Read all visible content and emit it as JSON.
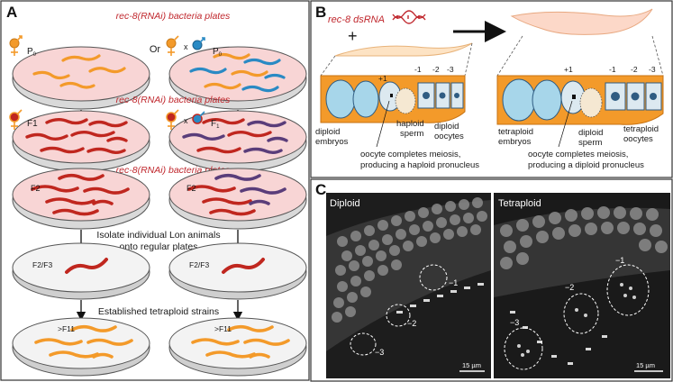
{
  "panelA": {
    "letter": "A",
    "rnai_plates_label": "rec-8(RNAi) bacteria plates",
    "or_text": "Or",
    "x_mark": "x",
    "gen_P0": "P",
    "gen_P0_sub": "0",
    "gen_F1": "F1",
    "gen_F1_right": "F",
    "gen_F1_right_sub": "1",
    "gen_F2": "F2",
    "gen_F2F3": "F2/F3",
    "gen_F11": ">F11",
    "isolate_text_line1": "Isolate individual Lon animals",
    "isolate_text_line2": "onto regular plates",
    "established_text": "Established tetraploid strains"
  },
  "panelB": {
    "letter": "B",
    "dsrna_label": "rec-8 dsRNA",
    "plus": "+",
    "left": {
      "plus1": "+1",
      "m1": "-1",
      "m2": "-2",
      "m3": "-3",
      "embryos_line1": "diploid",
      "embryos_line2": "embryos",
      "sperm_line1": "haploid",
      "sperm_line2": "sperm",
      "oocytes_line1": "diploid",
      "oocytes_line2": "oocytes",
      "caption_line1": "oocyte completes meiosis,",
      "caption_line2": "producing a haploid pronucleus"
    },
    "right": {
      "plus1": "+1",
      "m1": "-1",
      "m2": "-2",
      "m3": "-3",
      "embryos_line1": "tetraploid",
      "embryos_line2": "embryos",
      "sperm_line1": "diploid",
      "sperm_line2": "sperm",
      "oocytes_line1": "tetraploid",
      "oocytes_line2": "oocytes",
      "caption_line1": "oocyte completes meiosis,",
      "caption_line2": "producing a diploid pronucleus"
    }
  },
  "panelC": {
    "letter": "C",
    "diploid_title": "Diploid",
    "tetraploid_title": "Tetraploid",
    "d_m1": "−1",
    "d_m2": "−2",
    "d_m3": "−3",
    "t_m1": "−1",
    "t_m2": "−2",
    "t_m3": "−3",
    "scale_left": "15 µm",
    "scale_right": "15 µm"
  },
  "colors": {
    "worm_orange": "#f39a2a",
    "worm_red": "#c0271f",
    "worm_blue": "#2a8ac4",
    "worm_purple": "#5a3d7a",
    "plate_pink": "#f8d5d5",
    "plate_grey": "#ececec",
    "text_red": "#c0272d"
  }
}
